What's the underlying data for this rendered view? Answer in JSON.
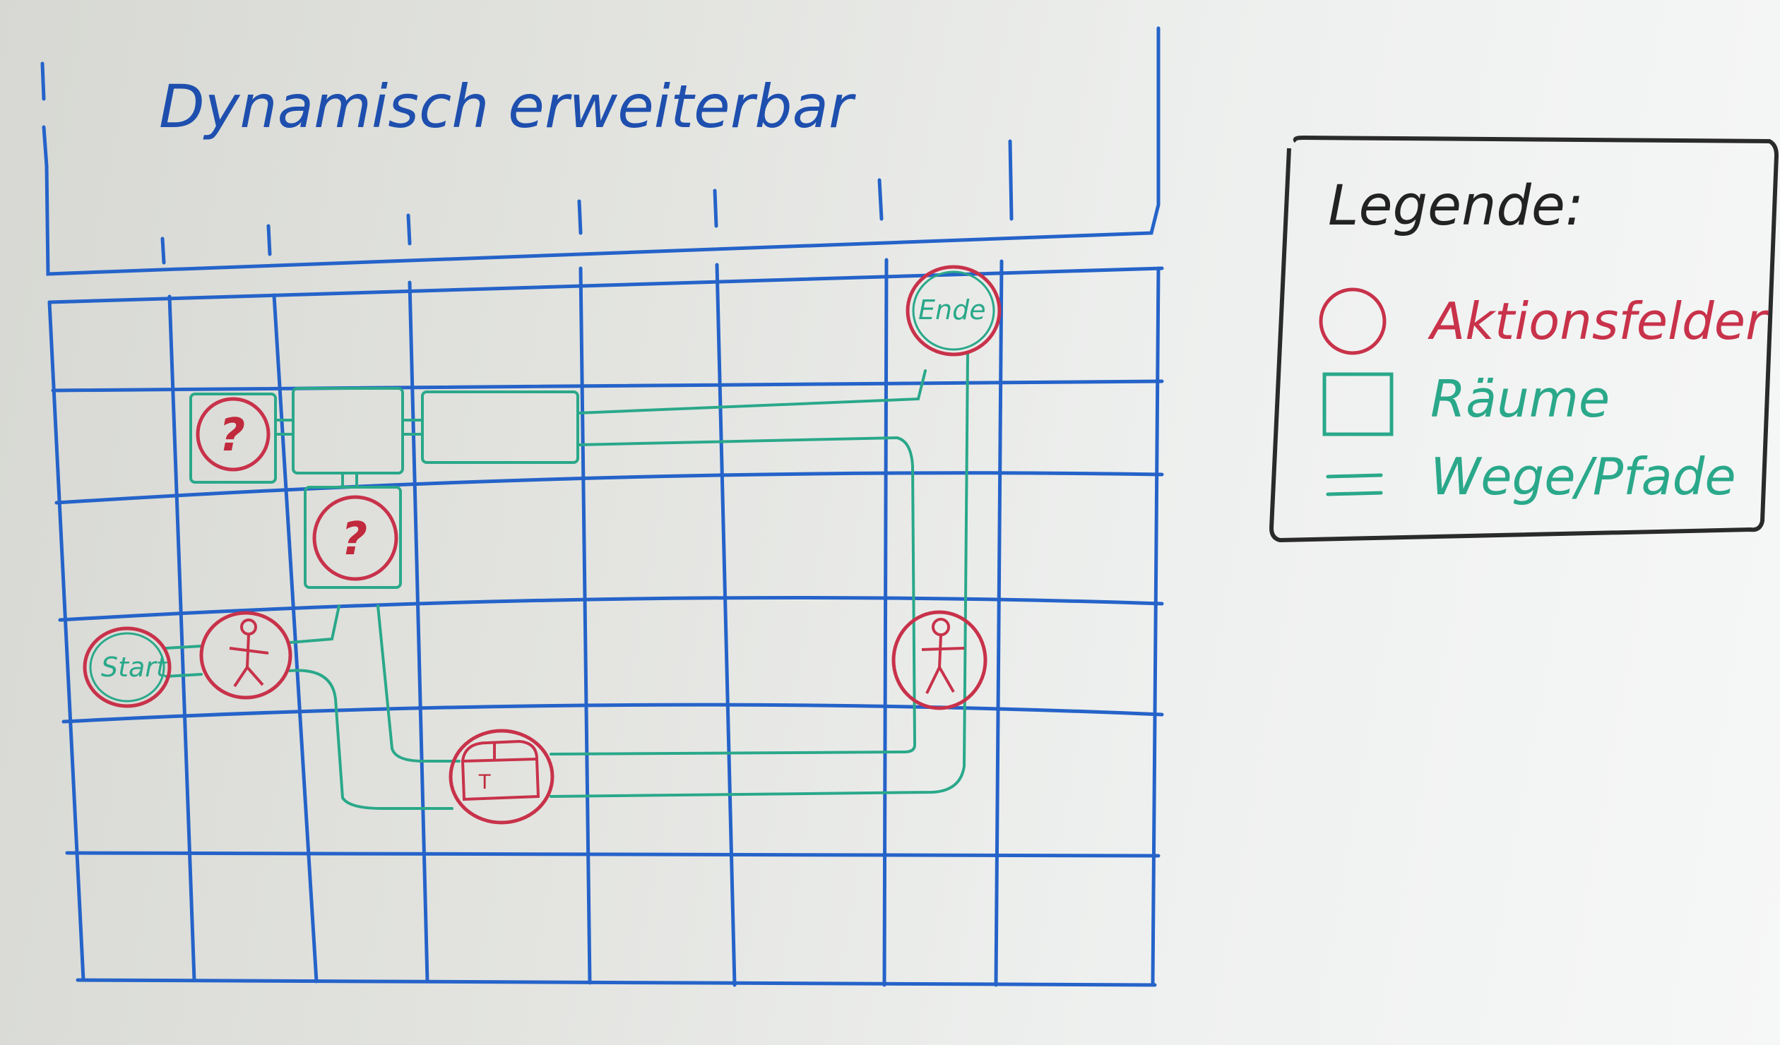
{
  "header": {
    "title": "Dynamisch erweiterbar"
  },
  "board": {
    "start_label": "Start",
    "end_label": "Ende",
    "question_mark": "?",
    "chest_letter": "T"
  },
  "legend": {
    "title": "Legende:",
    "items": [
      {
        "label": "Aktionsfelder",
        "color": "#c8324a",
        "icon": "circle-icon"
      },
      {
        "label": "Räume",
        "color": "#2aa88a",
        "icon": "square-icon"
      },
      {
        "label": "Wege/Pfade",
        "color": "#2aa88a",
        "icon": "double-line-icon"
      }
    ]
  },
  "colors": {
    "grid": "#2563c9",
    "action": "#c8324a",
    "room": "#2aa88a",
    "legend_frame": "#2a2a2a"
  }
}
